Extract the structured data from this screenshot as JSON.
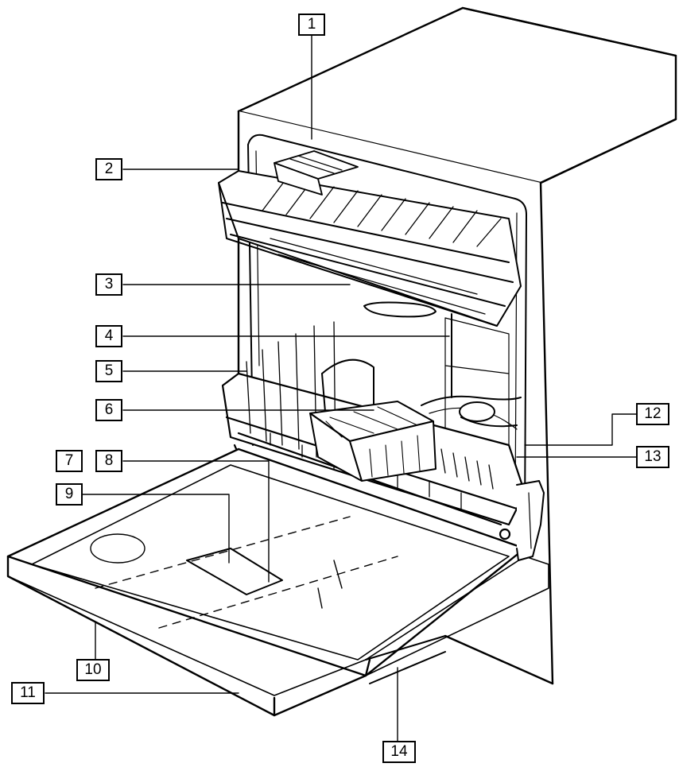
{
  "diagram": {
    "colors": {
      "ink": "#000000",
      "paper": "#ffffff",
      "shade": "#eeeeee"
    },
    "callouts": [
      {
        "id": "1",
        "label": "1"
      },
      {
        "id": "2",
        "label": "2"
      },
      {
        "id": "3",
        "label": "3"
      },
      {
        "id": "4",
        "label": "4"
      },
      {
        "id": "5",
        "label": "5"
      },
      {
        "id": "6",
        "label": "6"
      },
      {
        "id": "7",
        "label": "7"
      },
      {
        "id": "8",
        "label": "8"
      },
      {
        "id": "9",
        "label": "9"
      },
      {
        "id": "10",
        "label": "10"
      },
      {
        "id": "11",
        "label": "11"
      },
      {
        "id": "12",
        "label": "12"
      },
      {
        "id": "13",
        "label": "13"
      },
      {
        "id": "14",
        "label": "14"
      }
    ]
  }
}
